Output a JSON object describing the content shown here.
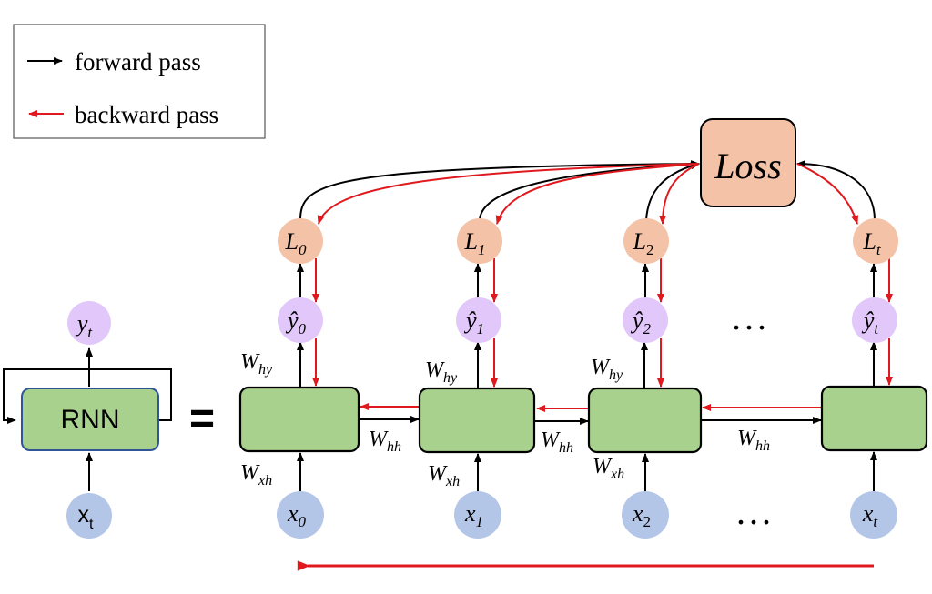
{
  "legend": {
    "forward_label": "forward pass",
    "backward_label": "backward pass"
  },
  "folded": {
    "output": {
      "base": "y",
      "sub": "t"
    },
    "cell_label": "RNN",
    "input": {
      "base": "x",
      "sub": "t"
    },
    "equals": "="
  },
  "loss_label": "Loss",
  "steps": [
    {
      "loss": {
        "base": "L",
        "sub": "0"
      },
      "yhat": {
        "base": "ŷ",
        "sub": "0"
      },
      "input": {
        "base": "x",
        "sub": "0"
      },
      "w_hy": "hy",
      "w_xh": "xh"
    },
    {
      "loss": {
        "base": "L",
        "sub": "1"
      },
      "yhat": {
        "base": "ŷ",
        "sub": "1"
      },
      "input": {
        "base": "x",
        "sub": "1"
      },
      "w_hy": "hy",
      "w_xh": "xh"
    },
    {
      "loss": {
        "base": "L",
        "sub": "2"
      },
      "yhat": {
        "base": "ŷ",
        "sub": "2"
      },
      "input": {
        "base": "x",
        "sub": "2"
      },
      "w_hy": "hy",
      "w_xh": "xh"
    },
    {
      "loss": {
        "base": "L",
        "sub": "t"
      },
      "yhat": {
        "base": "ŷ",
        "sub": "t"
      },
      "input": {
        "base": "x",
        "sub": "t"
      }
    }
  ],
  "weights": {
    "base": "W",
    "hh_sub": "hh"
  },
  "ellipsis": "...",
  "colors": {
    "forward": "#000000",
    "backward": "#e0191f",
    "cell_fill": "#a9d18e",
    "folded_cell_fill": "#a9d18e",
    "folded_cell_border": "#2f5597",
    "loss_fill": "#f4c2a6",
    "output_fill": "#e1c7fa",
    "input_fill": "#b4c6e7"
  },
  "icons": {
    "forward_arrow": "arrow-right-icon",
    "backward_arrow": "arrow-left-icon"
  }
}
